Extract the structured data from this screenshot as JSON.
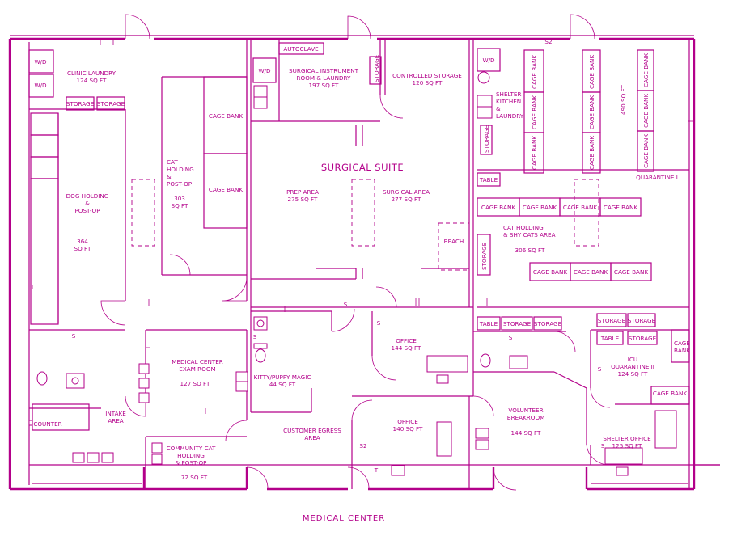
{
  "title": "SURGICAL SUITE",
  "caption": "MEDICAL CENTER",
  "colors": {
    "line": "#b3008a",
    "background": "#ffffff"
  },
  "rooms": {
    "clinic_laundry": "CLINIC LAUNDRY\n124 SQ FT",
    "surgical_instrument": "SURGICAL INSTRUMENT\nROOM & LAUNDRY\n197 SQ FT",
    "controlled_storage": "CONTROLLED STORAGE\n120 SQ FT",
    "shelter_kitchen": "SHELTER\nKITCHEN\n&\nLAUNDRY",
    "quarantine_1": "QUARANTINE I",
    "quarantine_1_area": "490 SQ FT",
    "dog_holding": "DOG HOLDING\n&\nPOST-OP",
    "dog_holding_area": "364\nSQ FT",
    "cat_holding_post_op": "CAT\nHOLDING\n&\nPOST-OP",
    "cat_holding_post_op_area": "303\nSQ FT",
    "prep_area": "PREP AREA\n275 SQ FT",
    "surgical_area": "SURGICAL AREA\n277 SQ FT",
    "cat_holding_shy": "CAT HOLDING\n& SHY CATS AREA",
    "cat_holding_shy_area": "306 SQ FT",
    "medical_exam": "MEDICAL CENTER\nEXAM ROOM",
    "medical_exam_area": "127 SQ FT",
    "kitty_puppy": "KITTY/PUPPY MAGIC\n44 SQ FT",
    "office_1": "OFFICE\n144 SQ FT",
    "office_2": "OFFICE\n140 SQ FT",
    "icu": "ICU\nQUARANTINE II\n124 SQ FT",
    "intake": "INTAKE\nAREA",
    "customer_egress": "CUSTOMER EGRESS\nAREA",
    "volunteer": "VOLUNTEER\nBREAKROOM",
    "volunteer_area": "144 SQ FT",
    "community_cat": "COMMUNITY CAT\nHOLDING\n& POST-OP",
    "community_cat_area": "72 SQ FT",
    "shelter_office": "SHELTER OFFICE\n125 SQ FT"
  },
  "fixtures": {
    "autoclave": "AUTOCLAVE",
    "wd": "W/D",
    "storage": "STORAGE",
    "cage_bank": "CAGE BANK",
    "table": "TABLE",
    "beach": "BEACH",
    "counter": "COUNTER",
    "s": "S",
    "s2": "S2",
    "t": "T"
  }
}
